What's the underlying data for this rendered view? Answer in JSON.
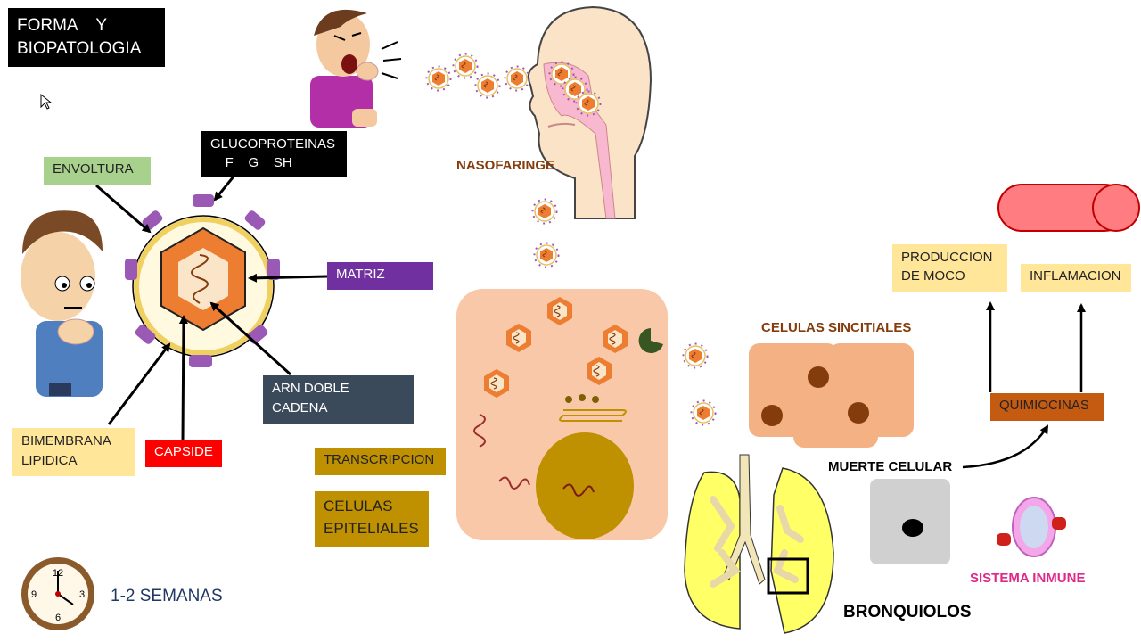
{
  "header": {
    "title": "FORMA    Y\nBIOPATOLOGIA"
  },
  "labels": {
    "envoltura": "ENVOLTURA",
    "glucoproteinas": "GLUCOPROTEINAS\n    F    G    SH",
    "matriz": "MATRIZ",
    "arn": "ARN DOBLE\nCADENA",
    "bimembrana": "BIMEMBRANA\nLIPIDICA",
    "capside": "CAPSIDE",
    "transcripcion": "TRANSCRIPCION",
    "celulas_epiteliales": "CELULAS\nEPITELIALES",
    "nasofaringe": "NASOFARINGE",
    "celulas_sincitiales": "CELULAS SINCITIALES",
    "produccion_moco": "PRODUCCION\nDE MOCO",
    "inflamacion": "INFLAMACION",
    "quimiocinas": "QUIMIOCINAS",
    "muerte_celular": "MUERTE CELULAR",
    "sistema_inmune": "SISTEMA INMUNE",
    "bronquiolos": "BRONQUIOLOS",
    "duracion": "1-2 SEMANAS"
  },
  "clock": {
    "numbers": [
      "12",
      "3",
      "6",
      "9"
    ]
  },
  "colors": {
    "header_bg": "#000000",
    "envoltura_bg": "#a9d18e",
    "glucoproteinas_bg": "#000000",
    "matriz_bg": "#7030a0",
    "arn_bg": "#3b4a5a",
    "bimembrana_bg": "#ffe699",
    "capside_bg": "#ff0000",
    "transcripcion_bg": "#bf9000",
    "celulas_epiteliales_bg": "#bf9000",
    "produccion_moco_bg": "#ffe699",
    "inflamacion_bg": "#ffe699",
    "quimiocinas_bg": "#c55a11",
    "nasofaringe_text": "#843c0c",
    "sincitiales_text": "#843c0c",
    "sistema_inmune_text": "#e0288a",
    "duracion_text": "#1f3864",
    "capsid_orange": "#ed7d31",
    "spike_purple": "#9b59b6"
  }
}
